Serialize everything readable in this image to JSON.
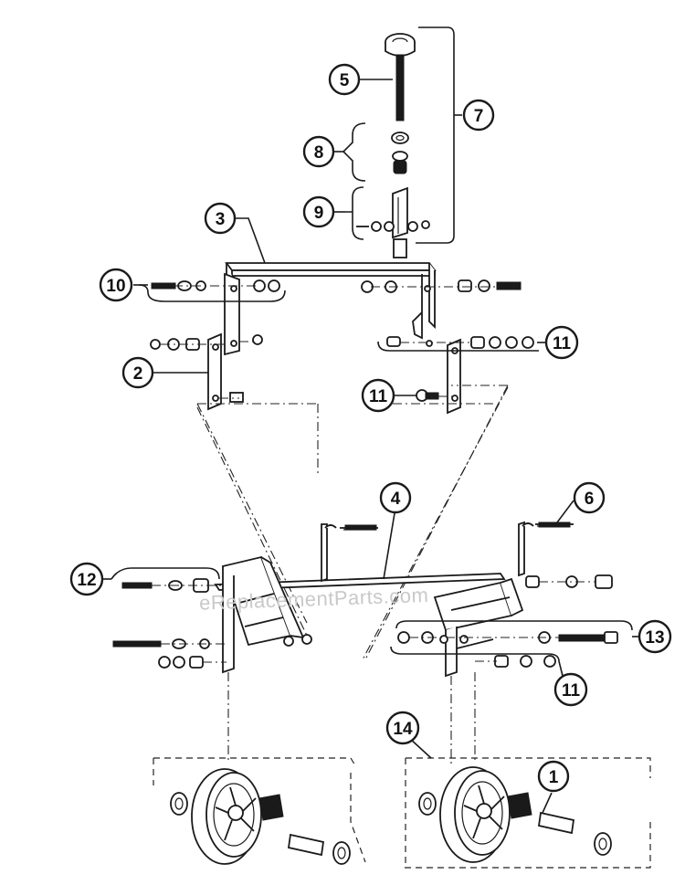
{
  "diagram": {
    "watermark": "eReplacementParts.com",
    "callouts": [
      {
        "id": "c5",
        "label": "5"
      },
      {
        "id": "c7",
        "label": "7"
      },
      {
        "id": "c8",
        "label": "8"
      },
      {
        "id": "c9",
        "label": "9"
      },
      {
        "id": "c3",
        "label": "3"
      },
      {
        "id": "c10",
        "label": "10"
      },
      {
        "id": "c2",
        "label": "2"
      },
      {
        "id": "c11a",
        "label": "11"
      },
      {
        "id": "c11b",
        "label": "11"
      },
      {
        "id": "c4",
        "label": "4"
      },
      {
        "id": "c6",
        "label": "6"
      },
      {
        "id": "c12",
        "label": "12"
      },
      {
        "id": "c13",
        "label": "13"
      },
      {
        "id": "c11c",
        "label": "11"
      },
      {
        "id": "c14",
        "label": "14"
      },
      {
        "id": "c1",
        "label": "1"
      }
    ]
  }
}
